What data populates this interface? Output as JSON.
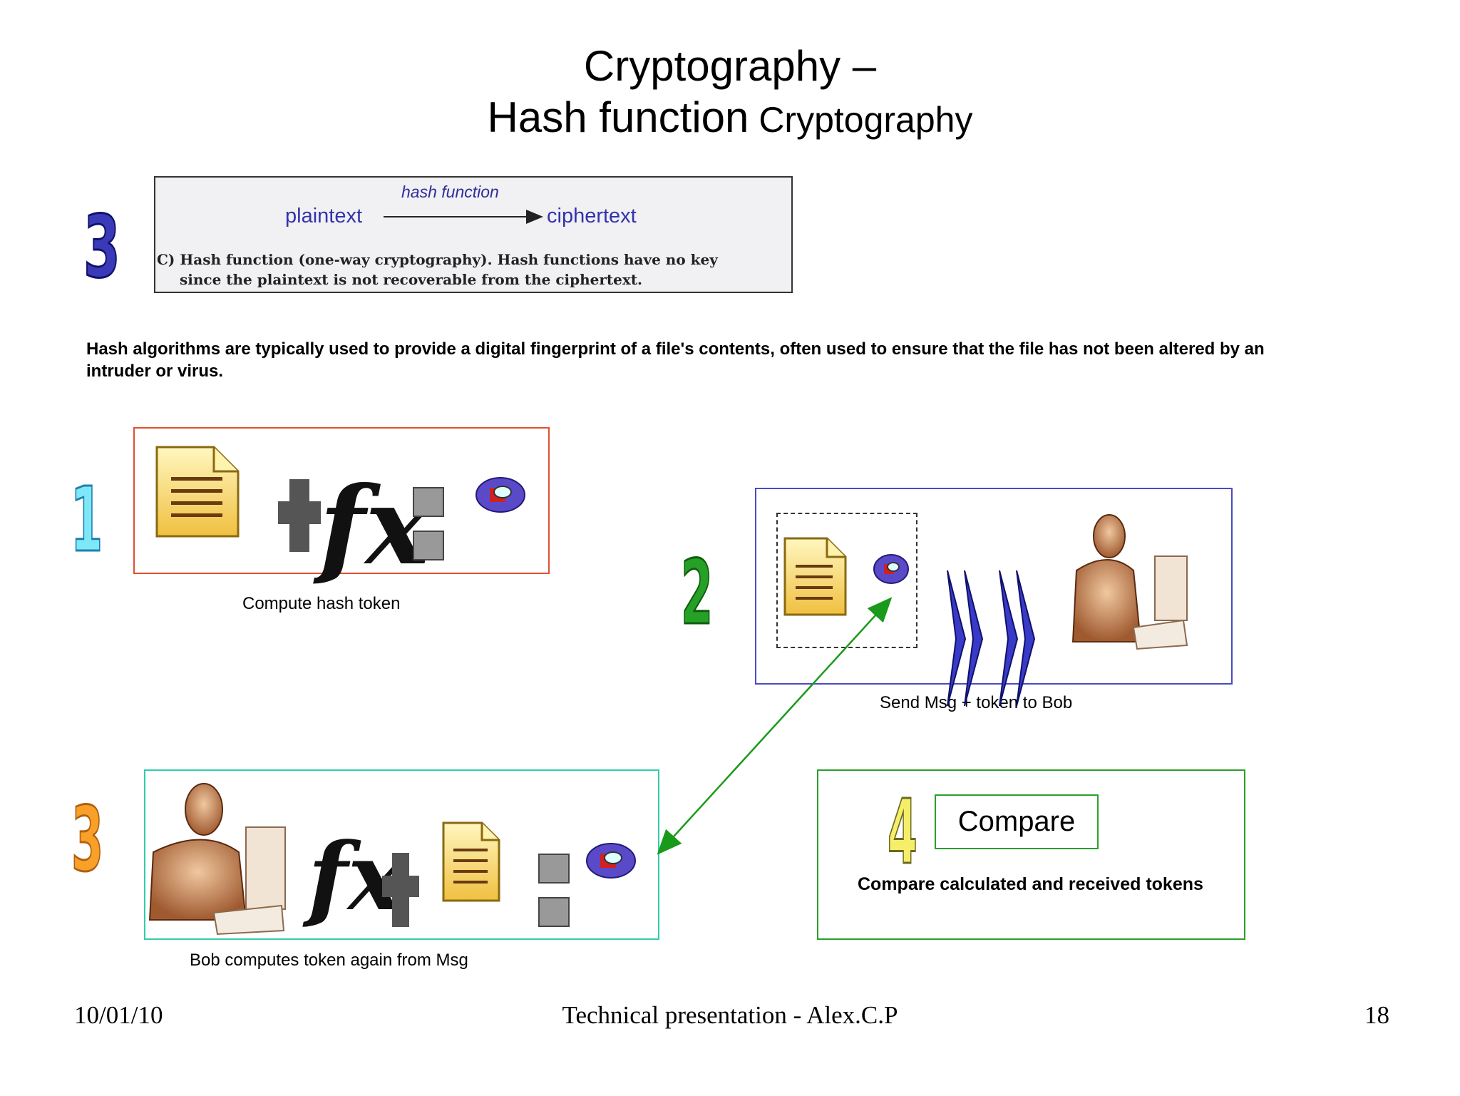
{
  "title": {
    "line1": "Cryptography –",
    "line2_main": "Hash function",
    "line2_small": " Cryptography"
  },
  "diagram": {
    "arrow_label": "hash function",
    "plaintext": "plaintext",
    "ciphertext": "ciphertext",
    "note_line1": "C) Hash function (one-way cryptography). Hash functions have no key",
    "note_line2": "since the plaintext is not recoverable from the ciphertext.",
    "step_number": "3"
  },
  "lead_text": "Hash algorithms are typically used to provide a digital fingerprint of a file's contents, often used to ensure that the file has not been altered by an intruder or virus.",
  "steps": [
    {
      "number": "1",
      "caption": "Compute hash token",
      "color": "#4fd6f0"
    },
    {
      "number": "2",
      "caption": "Send Msg + token to Bob",
      "color": "#1e8c1e"
    },
    {
      "number": "3",
      "caption": "Bob computes token again from Msg",
      "color": "#f5a020"
    },
    {
      "number": "4",
      "caption": "Compare calculated and received tokens",
      "button": "Compare",
      "color": "#f2e94a"
    }
  ],
  "footer": {
    "date": "10/01/10",
    "center": "Technical presentation - Alex.C.P",
    "page": "18"
  },
  "icons": [
    "document-icon",
    "plus-icon",
    "fx-icon",
    "equals-icon",
    "disk-icon",
    "send-arrows-icon",
    "person-computer-icon"
  ]
}
